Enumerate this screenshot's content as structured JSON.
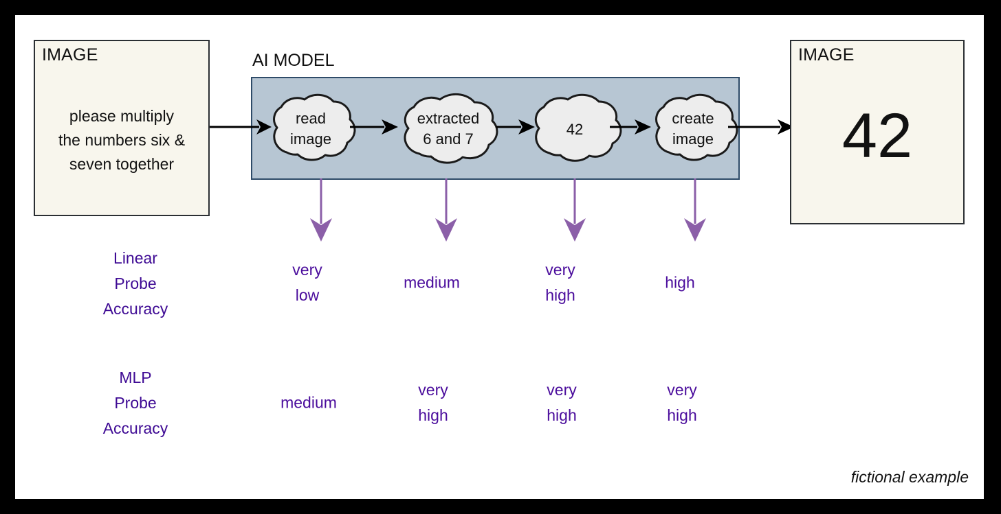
{
  "frame": {
    "background": "#000000",
    "canvas_background": "#ffffff"
  },
  "input": {
    "tag": "IMAGE",
    "text_line1": "please multiply",
    "text_line2": "the numbers six &",
    "text_line3": "seven together",
    "fill": "#f8f6ed"
  },
  "model": {
    "label": "AI MODEL",
    "panel_fill": "#b7c6d3",
    "panel_border": "#2e4b68",
    "stages": [
      {
        "line1": "read",
        "line2": "image"
      },
      {
        "line1": "extracted",
        "line2": "6 and 7"
      },
      {
        "line1": "42",
        "line2": ""
      },
      {
        "line1": "create",
        "line2": "image"
      }
    ]
  },
  "output": {
    "tag": "IMAGE",
    "value": "42",
    "fill": "#f8f6ed"
  },
  "probes": {
    "arrow_color": "#8b5fa8",
    "text_color": "#4a0c9c",
    "linear": {
      "label_line1": "Linear",
      "label_line2": "Probe",
      "label_line3": "Accuracy",
      "values": [
        {
          "line1": "very",
          "line2": "low"
        },
        {
          "line1": "medium",
          "line2": ""
        },
        {
          "line1": "very",
          "line2": "high"
        },
        {
          "line1": "high",
          "line2": ""
        }
      ]
    },
    "mlp": {
      "label_line1": "MLP",
      "label_line2": "Probe",
      "label_line3": "Accuracy",
      "values": [
        {
          "line1": "medium",
          "line2": ""
        },
        {
          "line1": "very",
          "line2": "high"
        },
        {
          "line1": "very",
          "line2": "high"
        },
        {
          "line1": "very",
          "line2": "high"
        }
      ]
    }
  },
  "footer": {
    "note": "fictional example"
  }
}
